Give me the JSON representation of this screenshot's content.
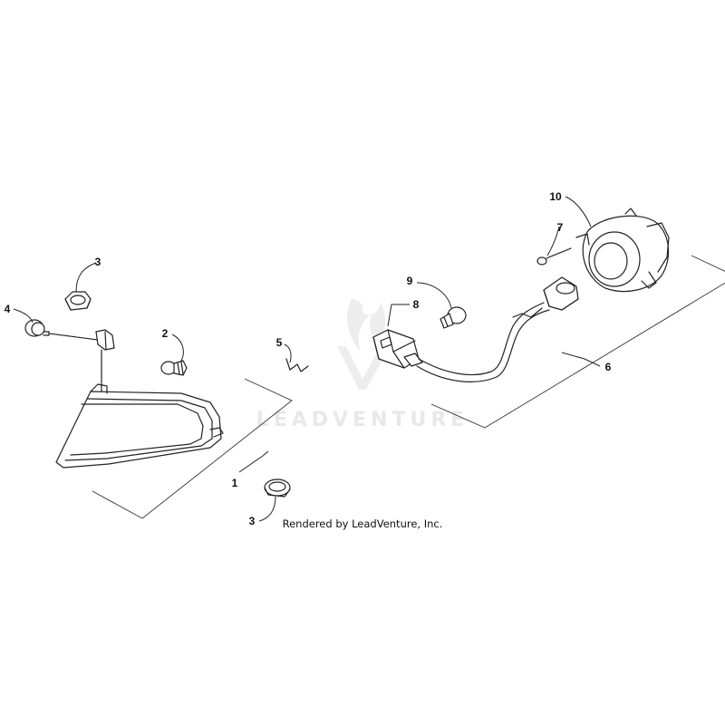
{
  "watermark": "LEADVENTURE",
  "credit": "Rendered by LeadVenture, Inc.",
  "callouts": {
    "c1": "1",
    "c2": "2",
    "c3a": "3",
    "c3b": "3",
    "c4": "4",
    "c5": "5",
    "c6": "6",
    "c7": "7",
    "c8": "8",
    "c9": "9",
    "c10": "10"
  }
}
